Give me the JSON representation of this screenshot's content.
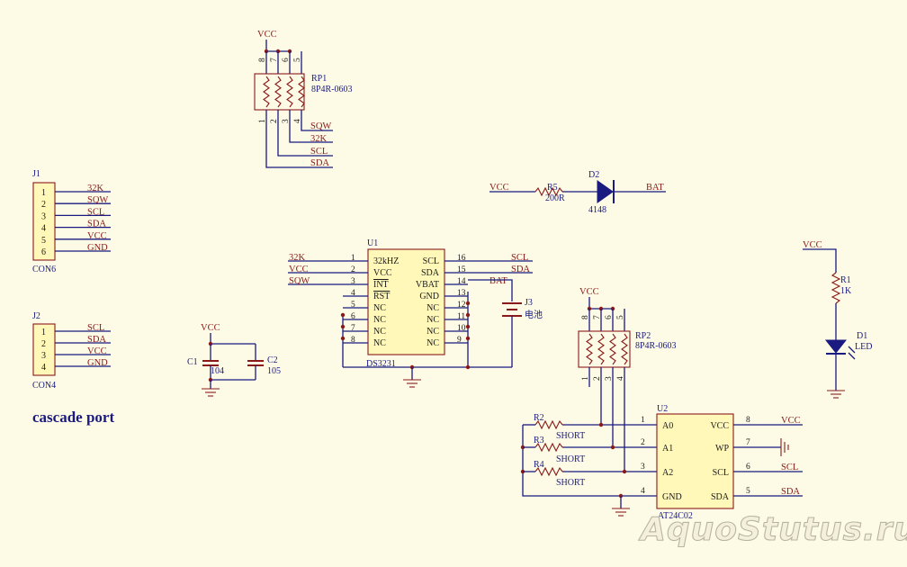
{
  "caption": "cascade port",
  "watermark": "AquoStutus.ru",
  "colors": {
    "wire": "#1a1a80",
    "body": "#8a1a1a",
    "chip_fill": "#fff8b8",
    "background": "#fdfbe6"
  },
  "rp1": {
    "ref": "RP1",
    "value": "8P4R-0603",
    "supply": "VCC",
    "top_pins": [
      "8",
      "7",
      "6",
      "5"
    ],
    "bottom_pins": [
      "1",
      "2",
      "3",
      "4"
    ],
    "nets": [
      "SQW",
      "32K",
      "SCL",
      "SDA"
    ]
  },
  "rp2": {
    "ref": "RP2",
    "value": "8P4R-0603",
    "supply": "VCC",
    "top_pins": [
      "8",
      "7",
      "6",
      "5"
    ],
    "bottom_pins": [
      "1",
      "2",
      "3",
      "4"
    ]
  },
  "j1": {
    "ref": "J1",
    "value": "CON6",
    "pins": [
      "1",
      "2",
      "3",
      "4",
      "5",
      "6"
    ],
    "nets": [
      "32K",
      "SQW",
      "SCL",
      "SDA",
      "VCC",
      "GND"
    ]
  },
  "j2": {
    "ref": "J2",
    "value": "CON4",
    "pins": [
      "1",
      "2",
      "3",
      "4"
    ],
    "nets": [
      "SCL",
      "SDA",
      "VCC",
      "GND"
    ]
  },
  "caps": {
    "supply": "VCC",
    "c1_ref": "C1",
    "c1_value": "104",
    "c2_ref": "C2",
    "c2_value": "105"
  },
  "u1": {
    "ref": "U1",
    "value": "DS3231",
    "left_pins": [
      {
        "num": "1",
        "name": "32kHZ",
        "net": "32K"
      },
      {
        "num": "2",
        "name": "VCC",
        "net": "VCC"
      },
      {
        "num": "3",
        "name": "INT",
        "net": "SQW"
      },
      {
        "num": "4",
        "name": "RST",
        "net": ""
      },
      {
        "num": "5",
        "name": "NC",
        "net": ""
      },
      {
        "num": "6",
        "name": "NC",
        "net": ""
      },
      {
        "num": "7",
        "name": "NC",
        "net": ""
      },
      {
        "num": "8",
        "name": "NC",
        "net": ""
      }
    ],
    "right_pins": [
      {
        "num": "16",
        "name": "SCL",
        "net": "SCL"
      },
      {
        "num": "15",
        "name": "SDA",
        "net": "SDA"
      },
      {
        "num": "14",
        "name": "VBAT",
        "net": "BAT"
      },
      {
        "num": "13",
        "name": "GND",
        "net": ""
      },
      {
        "num": "12",
        "name": "NC",
        "net": ""
      },
      {
        "num": "11",
        "name": "NC",
        "net": ""
      },
      {
        "num": "10",
        "name": "NC",
        "net": ""
      },
      {
        "num": "9",
        "name": "NC",
        "net": ""
      }
    ]
  },
  "j3": {
    "ref": "J3",
    "value": "电池"
  },
  "charge": {
    "supply": "VCC",
    "r_ref": "R5",
    "r_value": "200R",
    "d_ref": "D2",
    "d_value": "4148",
    "out_net": "BAT"
  },
  "led": {
    "supply": "VCC",
    "r_ref": "R1",
    "r_value": "1K",
    "d_ref": "D1",
    "d_value": "LED"
  },
  "addr_res": [
    {
      "ref": "R2",
      "value": "SHORT"
    },
    {
      "ref": "R3",
      "value": "SHORT"
    },
    {
      "ref": "R4",
      "value": "SHORT"
    }
  ],
  "u2": {
    "ref": "U2",
    "value": "AT24C02",
    "left_pins": [
      {
        "num": "1",
        "name": "A0"
      },
      {
        "num": "2",
        "name": "A1"
      },
      {
        "num": "3",
        "name": "A2"
      },
      {
        "num": "4",
        "name": "GND"
      }
    ],
    "right_pins": [
      {
        "num": "8",
        "name": "VCC",
        "net": "VCC"
      },
      {
        "num": "7",
        "name": "WP",
        "net": ""
      },
      {
        "num": "6",
        "name": "SCL",
        "net": "SCL"
      },
      {
        "num": "5",
        "name": "SDA",
        "net": "SDA"
      }
    ]
  }
}
